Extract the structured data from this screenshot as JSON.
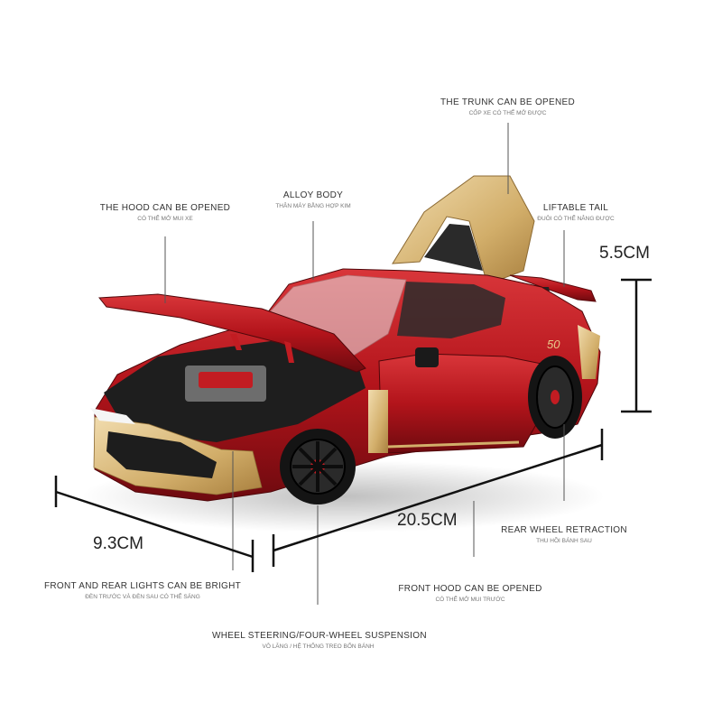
{
  "callouts": {
    "trunk": {
      "en": "THE TRUNK CAN BE OPENED",
      "vi": "CỐP XE CÓ THỂ MỞ ĐƯỢC"
    },
    "hood": {
      "en": "THE HOOD CAN BE OPENED",
      "vi": "CÓ THỂ MỞ MUI XE"
    },
    "alloy": {
      "en": "ALLOY BODY",
      "vi": "THÂN MÁY BẰNG HỢP KIM"
    },
    "tail": {
      "en": "LIFTABLE TAIL",
      "vi": "ĐUÔI CÓ THỂ NÂNG ĐƯỢC"
    },
    "rear_wheel": {
      "en": "REAR WHEEL RETRACTION",
      "vi": "THU HỒI BÁNH SAU"
    },
    "lights": {
      "en": "FRONT AND REAR LIGHTS CAN BE BRIGHT",
      "vi": "ĐÈN TRƯỚC VÀ ĐÈN SAU CÓ THỂ SÁNG"
    },
    "front_hood": {
      "en": "FRONT HOOD CAN BE OPENED",
      "vi": "CÓ THỂ MỞ MUI TRƯỚC"
    },
    "steering": {
      "en": "WHEEL STEERING/FOUR-WHEEL SUSPENSION",
      "vi": "VÔ LĂNG / HỆ THỐNG TREO BỐN BÁNH"
    }
  },
  "dimensions": {
    "height": "5.5CM",
    "width": "9.3CM",
    "length": "20.5CM"
  },
  "car_badge": "50",
  "colors": {
    "body_red": "#b3141b",
    "gold": "#c9a35a",
    "dark": "#1a1a1a"
  }
}
